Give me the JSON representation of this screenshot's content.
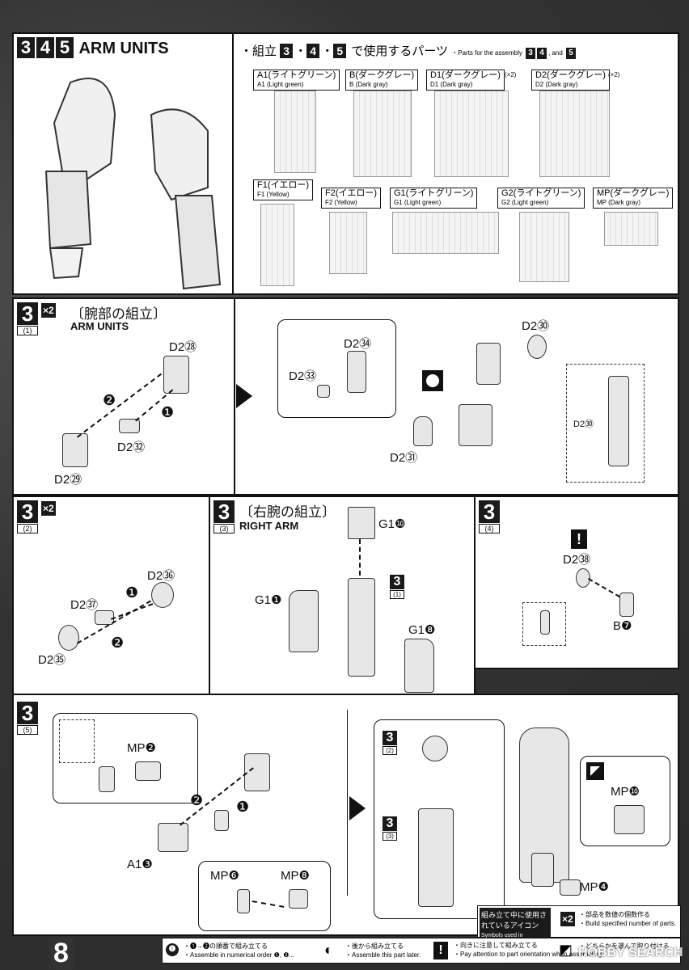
{
  "header": {
    "steps": [
      "3",
      "4",
      "5"
    ],
    "title": "ARM UNITS",
    "parts_used_jp_prefix": "・組立",
    "parts_used_jp_suffix": "で使用するパーツ",
    "parts_used_en": "・Parts for the assembly",
    "parts_used_en_and": ", and",
    "runners": [
      {
        "code": "A1",
        "jp": "A1(ライトグリーン)",
        "en": "A1 (Light green)",
        "mult": ""
      },
      {
        "code": "B",
        "jp": "B(ダークグレー)",
        "en": "B (Dark gray)",
        "mult": ""
      },
      {
        "code": "D1",
        "jp": "D1(ダークグレー)",
        "en": "D1 (Dark gray)",
        "mult": "(×2)"
      },
      {
        "code": "D2",
        "jp": "D2(ダークグレー)",
        "en": "D2 (Dark gray)",
        "mult": "(×2)"
      },
      {
        "code": "F1",
        "jp": "F1(イエロー)",
        "en": "F1 (Yellow)",
        "mult": ""
      },
      {
        "code": "F2",
        "jp": "F2(イエロー)",
        "en": "F2 (Yellow)",
        "mult": ""
      },
      {
        "code": "G1",
        "jp": "G1(ライトグリーン)",
        "en": "G1 (Light green)",
        "mult": ""
      },
      {
        "code": "G2",
        "jp": "G2(ライトグリーン)",
        "en": "G2 (Light green)",
        "mult": ""
      },
      {
        "code": "MP",
        "jp": "MP(ダークグレー)",
        "en": "MP (Dark gray)",
        "mult": ""
      }
    ]
  },
  "step3_1": {
    "num": "3",
    "sub": "(1)",
    "mult": "×2",
    "title_jp": "〔腕部の組立〕",
    "title_en": "ARM UNITS",
    "labels": [
      "D2㉘",
      "D2㉙",
      "D2㉜",
      "D2㉞",
      "D2㉝",
      "D2㉚",
      "D2㉛",
      "D2㉚"
    ],
    "order": [
      "❷",
      "❶"
    ]
  },
  "step3_2": {
    "num": "3",
    "sub": "(2)",
    "mult": "×2",
    "labels": [
      "D2㊱",
      "D2㊲",
      "D2㉟"
    ],
    "order": [
      "❶",
      "❷"
    ]
  },
  "step3_3": {
    "num": "3",
    "sub": "(3)",
    "title_jp": "〔右腕の組立〕",
    "title_en": "RIGHT ARM",
    "labels": [
      "G1❿",
      "G1❶",
      "G1❽"
    ],
    "ref": "3",
    "ref_sub": "(1)"
  },
  "step3_4": {
    "num": "3",
    "sub": "(4)",
    "labels": [
      "D2㊳",
      "B❼"
    ],
    "mark": "!"
  },
  "step3_5": {
    "num": "3",
    "sub": "(5)",
    "labels": [
      "MP❷",
      "A1❸",
      "MP❻",
      "MP❽",
      "MP❿",
      "MP❹"
    ],
    "order": [
      "❷",
      "❶"
    ],
    "refs": [
      {
        "num": "3",
        "sub": "(2)"
      },
      {
        "num": "3",
        "sub": "(3)"
      }
    ]
  },
  "legend": {
    "title": "組み立て中に使用されているアイコン",
    "title_en": "Symbols used in instructions",
    "items": [
      {
        "icon": "×2",
        "jp": "・部品を数値の個数作る",
        "en": "・Build specified number of parts."
      },
      {
        "icon": "❶",
        "jp": "・❶→❷の順番で組み立てる",
        "en": "・Assemble in numerical order ❶, ❷..."
      },
      {
        "icon": "◐",
        "jp": "・後から組み立てる",
        "en": "・Assemble this part later."
      },
      {
        "icon": "!",
        "jp": "・向きに注意して組み立てる",
        "en": "・Pay attention to part orientation when assembling."
      },
      {
        "icon": "◩",
        "jp": "・どちらかを選んで取り付ける",
        "en": ""
      }
    ]
  },
  "page_number": "8",
  "watermark": "HOBBY SEARCH"
}
